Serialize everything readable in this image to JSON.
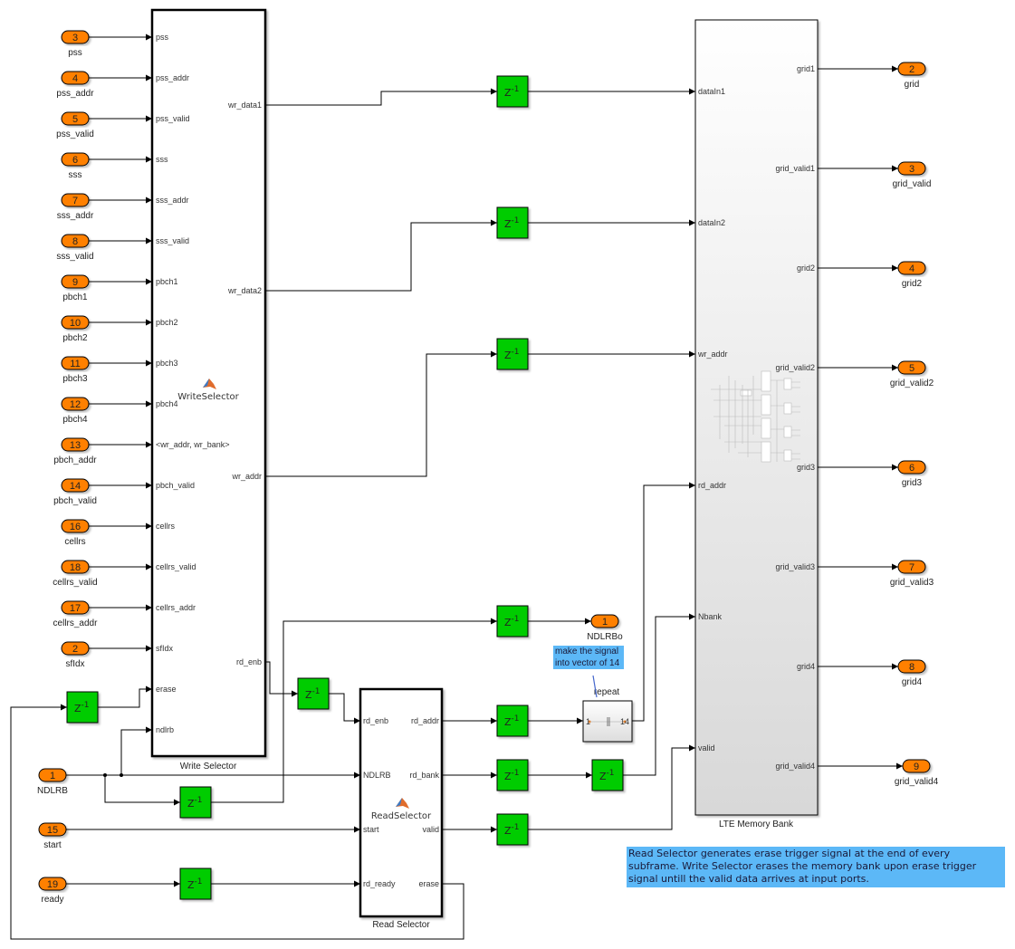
{
  "colors": {
    "inport": "#ff8000",
    "delay": "#00cc00",
    "annotation": "#5cb8f7"
  },
  "delay_label": {
    "base": "Z",
    "exp": "-1"
  },
  "inports": [
    {
      "num": "3",
      "name": "pss"
    },
    {
      "num": "4",
      "name": "pss_addr"
    },
    {
      "num": "5",
      "name": "pss_valid"
    },
    {
      "num": "6",
      "name": "sss"
    },
    {
      "num": "7",
      "name": "sss_addr"
    },
    {
      "num": "8",
      "name": "sss_valid"
    },
    {
      "num": "9",
      "name": "pbch1"
    },
    {
      "num": "10",
      "name": "pbch2"
    },
    {
      "num": "11",
      "name": "pbch3"
    },
    {
      "num": "12",
      "name": "pbch4"
    },
    {
      "num": "13",
      "name": "pbch_addr"
    },
    {
      "num": "14",
      "name": "pbch_valid"
    },
    {
      "num": "16",
      "name": "cellrs"
    },
    {
      "num": "18",
      "name": "cellrs_valid"
    },
    {
      "num": "17",
      "name": "cellrs_addr"
    },
    {
      "num": "2",
      "name": "sfIdx"
    },
    {
      "num": "1",
      "name": "NDLRB"
    },
    {
      "num": "15",
      "name": "start"
    },
    {
      "num": "19",
      "name": "ready"
    }
  ],
  "write_selector": {
    "title": "Write Selector",
    "function_name": "WriteSelector",
    "inputs": [
      "pss",
      "pss_addr",
      "pss_valid",
      "sss",
      "sss_addr",
      "sss_valid",
      "pbch1",
      "pbch2",
      "pbch3",
      "pbch4",
      "<wr_addr, wr_bank>",
      "pbch_valid",
      "cellrs",
      "cellrs_valid",
      "cellrs_addr",
      "sfIdx",
      "erase",
      "ndlrb"
    ],
    "outputs": [
      "wr_data1",
      "wr_data2",
      "wr_addr",
      "rd_enb"
    ]
  },
  "read_selector": {
    "title": "Read Selector",
    "function_name": "ReadSelector",
    "inputs": [
      "rd_enb",
      "NDLRB",
      "start",
      "rd_ready"
    ],
    "outputs": [
      "rd_addr",
      "rd_bank",
      "valid",
      "erase"
    ]
  },
  "memory_bank": {
    "title": "LTE Memory Bank",
    "inputs": [
      "dataIn1",
      "dataIn2",
      "wr_addr",
      "rd_addr",
      "Nbank",
      "valid"
    ],
    "outputs": [
      "grid1",
      "grid_valid1",
      "grid2",
      "grid_valid2",
      "grid3",
      "grid_valid3",
      "grid4",
      "grid_valid4"
    ]
  },
  "repeat_block": {
    "title": "repeat",
    "in_label": "1",
    "out_label": "14"
  },
  "outports": [
    {
      "num": "2",
      "name": "grid"
    },
    {
      "num": "3",
      "name": "grid_valid"
    },
    {
      "num": "4",
      "name": "grid2"
    },
    {
      "num": "5",
      "name": "grid_valid2"
    },
    {
      "num": "6",
      "name": "grid3"
    },
    {
      "num": "7",
      "name": "grid_valid3"
    },
    {
      "num": "8",
      "name": "grid4"
    },
    {
      "num": "9",
      "name": "grid_valid4"
    },
    {
      "num": "1",
      "name": "NDLRBo"
    }
  ],
  "annotations": {
    "repeat_note": "make the signal into vector of 14",
    "erase_note": "Read Selector generates erase trigger signal at the end of every subframe. Write Selector erases the memory bank upon erase trigger signal untill the valid data arrives at input ports."
  }
}
